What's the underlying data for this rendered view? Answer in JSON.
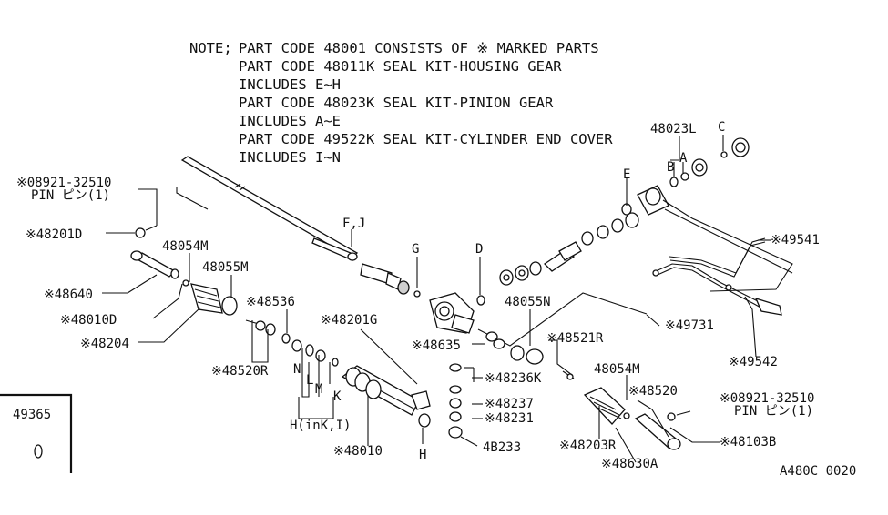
{
  "note": {
    "prefix": "NOTE;",
    "lines": [
      "PART CODE 48001 CONSISTS OF ※ MARKED PARTS",
      "PART CODE 48011K SEAL KIT-HOUSING GEAR",
      "INCLUDES E~H",
      "PART CODE 48023K SEAL KIT-PINION GEAR",
      "INCLUDES A~E",
      "PART CODE 49522K SEAL KIT-CYLINDER END COVER",
      "INCLUDES I~N"
    ]
  },
  "labels": {
    "pin_left_code": "※08921-32510",
    "pin_left_name": "PIN ピン(1)",
    "p48201D": "※48201D",
    "p48054M_left": "48054M",
    "p48055M": "48055M",
    "p48640": "※48640",
    "p48010D": "※48010D",
    "p48204": "※48204",
    "p48536": "※48536",
    "p48520R": "※48520R",
    "p48201G": "※48201G",
    "p48010": "※48010",
    "letterN": "N",
    "letterL": "L",
    "letterM": "M",
    "letterK": "K",
    "letterH_group": "H(inK,I)",
    "letterH": "H",
    "letterFJ": "F,J",
    "letterG": "G",
    "letterD": "D",
    "p48055N": "48055N",
    "p48635": "※48635",
    "p48521R": "※48521R",
    "p48236K": "※48236K",
    "p48237": "※48237",
    "p48231": "※48231",
    "p48233": "4B233",
    "p48054M_right": "48054M",
    "p48520": "※48520",
    "p48203R": "※48203R",
    "p48630A": "※48630A",
    "pin_right_code": "※08921-32510",
    "pin_right_name": "PIN ピン(1)",
    "p48103B": "※48103B",
    "p48023L": "48023L",
    "letterC": "C",
    "letterB": "B",
    "letterA": "A",
    "letterE": "E",
    "p49541": "※49541",
    "p49731": "※49731",
    "p49542": "※49542",
    "p49365": "49365",
    "diagram_code": "A480C 0020"
  }
}
